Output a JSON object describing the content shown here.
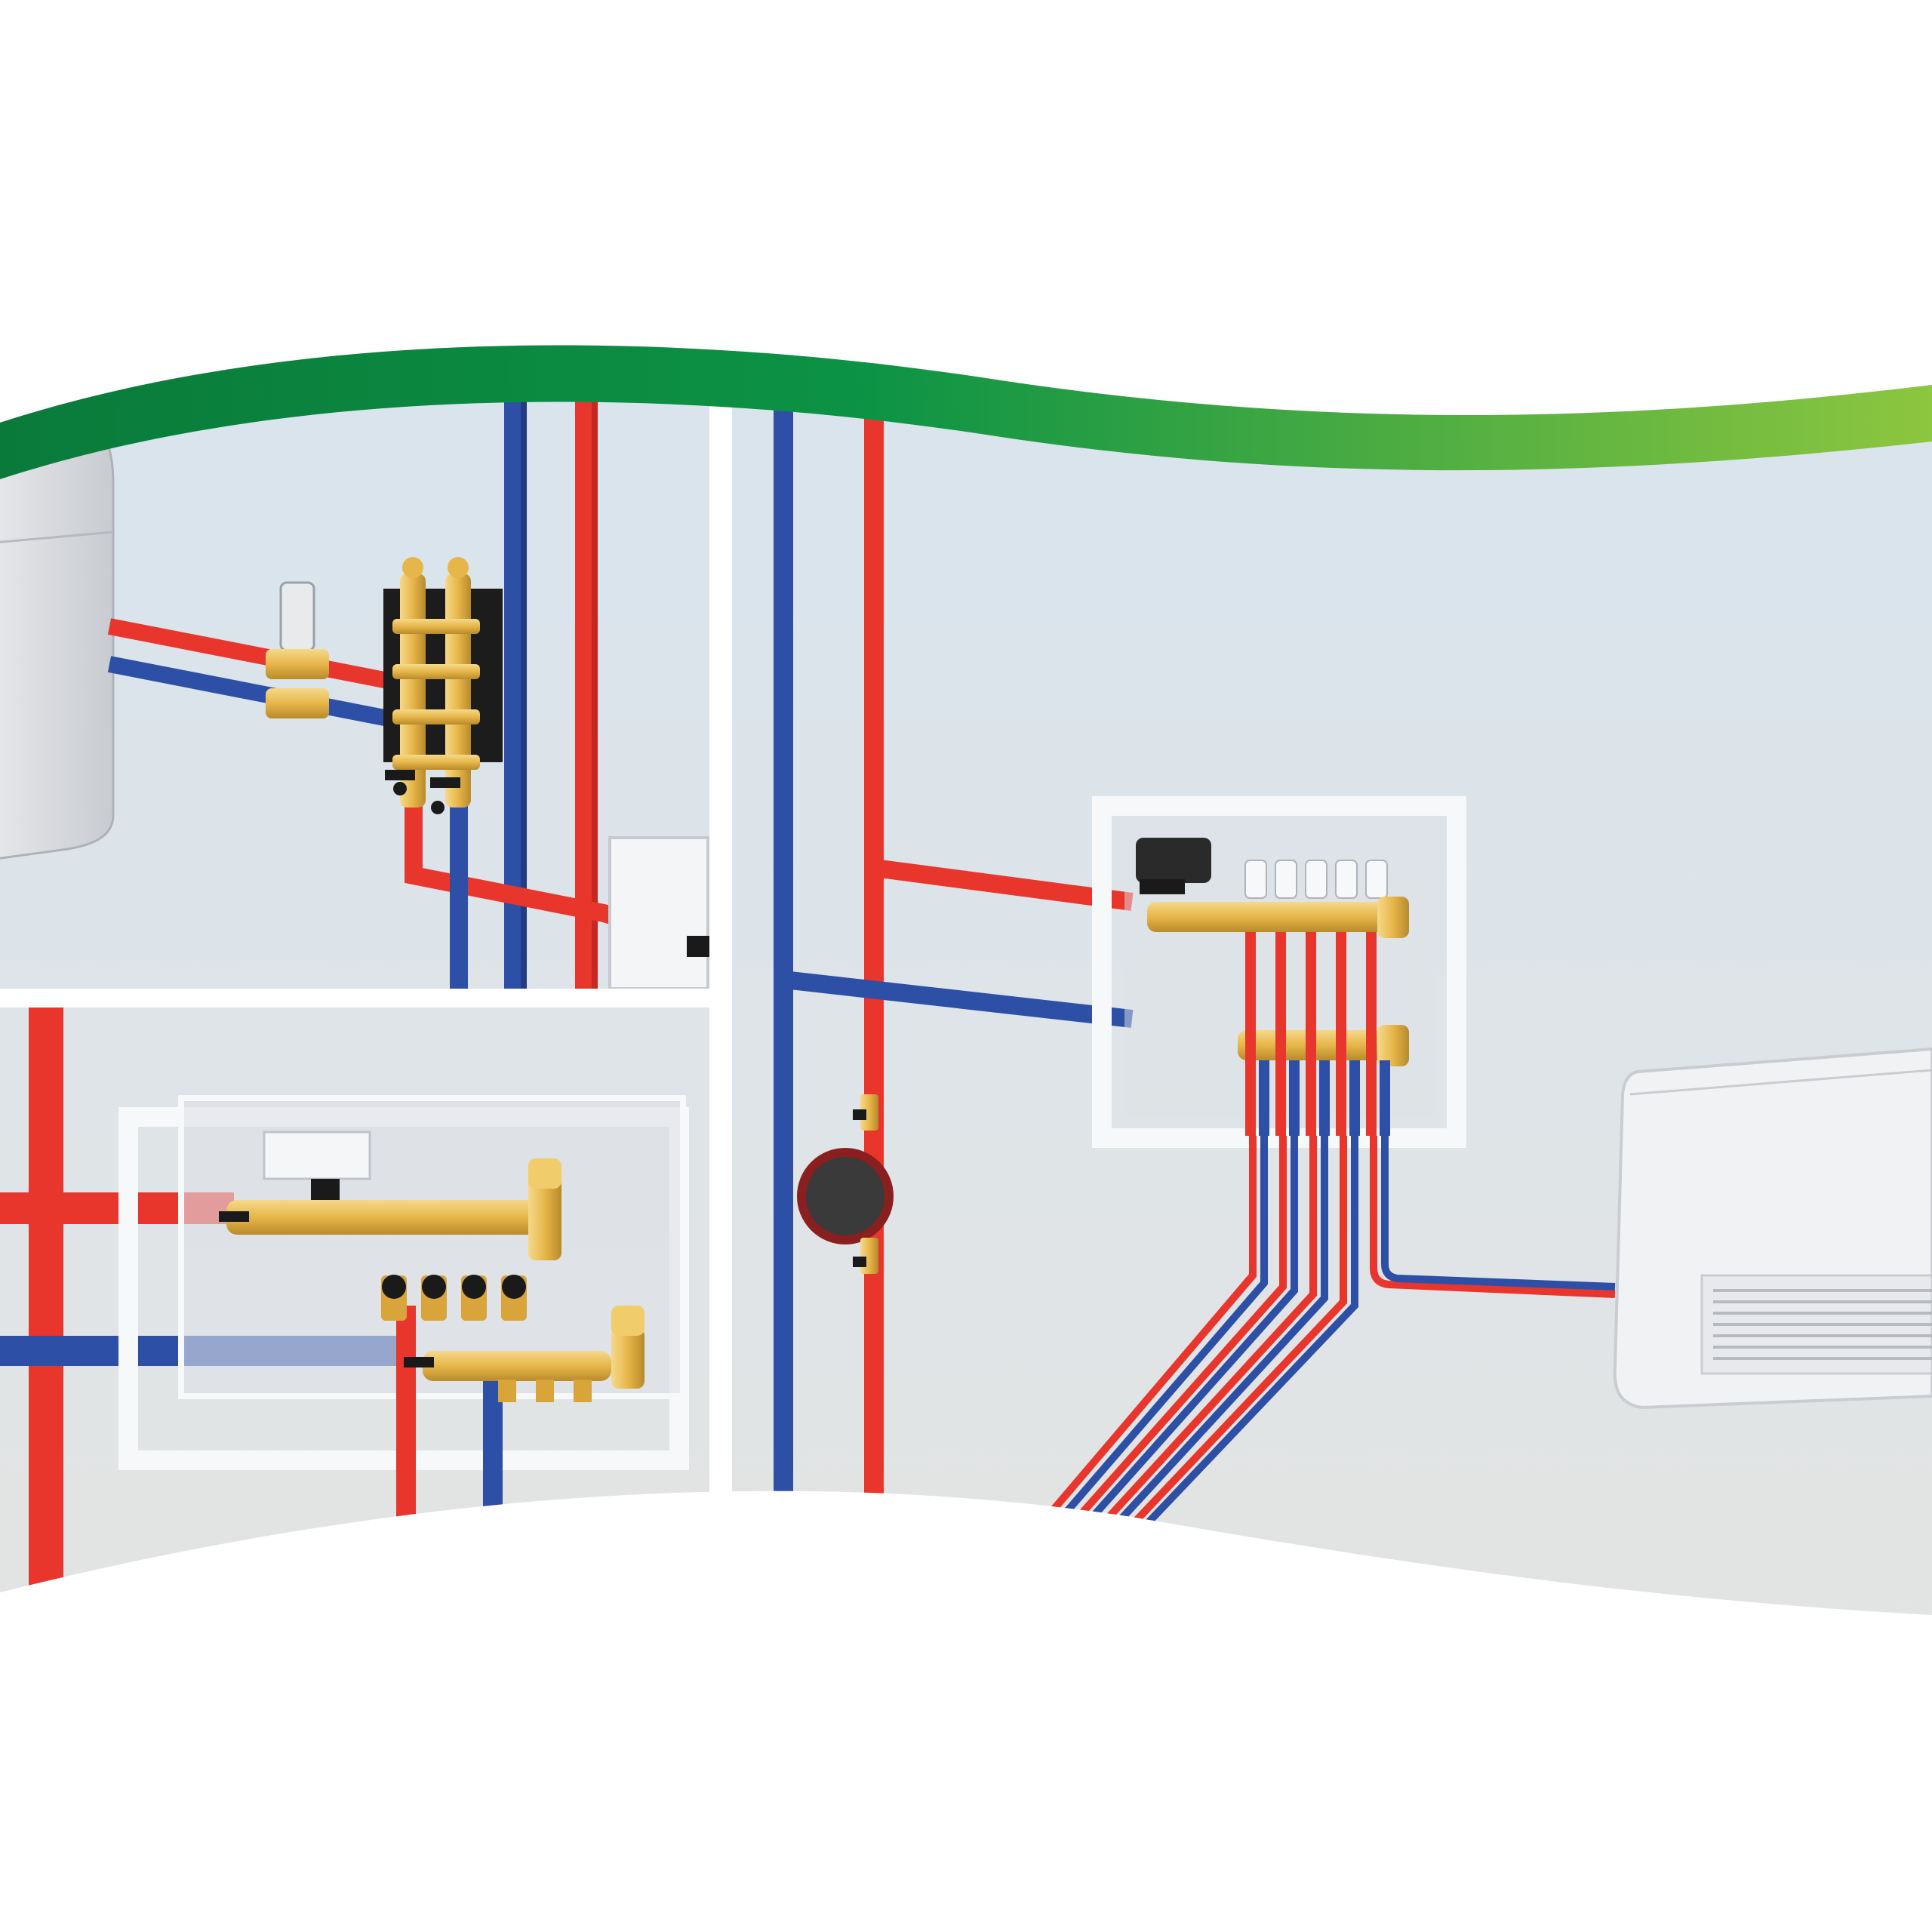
{
  "colors": {
    "background": "#ffffff",
    "wall_top": "#d8e4ee",
    "wall_bottom": "#e3e4e3",
    "hot_pipe": "#e8362d",
    "hot_pipe_dark": "#c42820",
    "cold_pipe": "#2e4fa6",
    "cold_pipe_dark": "#213c85",
    "brass": "#e7b64a",
    "brass_dark": "#b88a2a",
    "brass_light": "#f5d98a",
    "valve_handle": "#1a1a1a",
    "panel_frame": "#f7f8fa",
    "panel_inner": "#dde1e6",
    "separator": "#ffffff",
    "banner_dark": "#0a7a3a",
    "banner_mid": "#0c9345",
    "banner_light": "#8dc63f",
    "pump_body": "#3a3a3a",
    "pump_ring": "#8a1f1f",
    "appliance": "#f1f2f4",
    "appliance_shadow": "#c9ccd1"
  },
  "icons": {
    "boiler": "boiler-icon",
    "hydraulic_separator": "hydraulic-separator-icon",
    "zone_valve": "zone-valve-icon",
    "manifold": "manifold-icon",
    "circulation_pump": "circulation-pump-icon",
    "fan_coil": "fan-coil-icon",
    "ball_valve": "ball-valve-icon",
    "actuator": "actuator-icon"
  },
  "scenes": [
    {
      "id": "hydraulic-separator-scene"
    },
    {
      "id": "ball-valve-manifold-scene"
    },
    {
      "id": "distribution-manifold-scene"
    }
  ]
}
